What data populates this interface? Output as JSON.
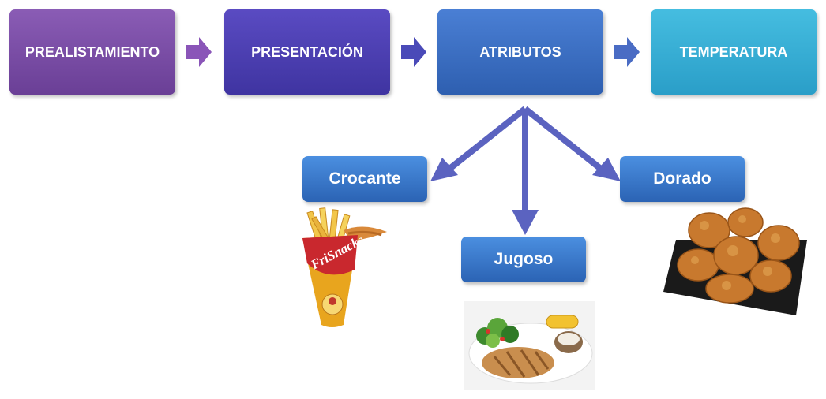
{
  "flow": {
    "steps": [
      {
        "label": "PREALISTAMIENTO",
        "color_top": "#8a5cb5",
        "color_bottom": "#6a3f96"
      },
      {
        "label": "PRESENTACIÓN",
        "color_top": "#5a4bc2",
        "color_bottom": "#3f34a1"
      },
      {
        "label": "ATRIBUTOS",
        "color_top": "#4a7fd4",
        "color_bottom": "#2e5fb0"
      },
      {
        "label": "TEMPERATURA",
        "color_top": "#45bde0",
        "color_bottom": "#2a9ec8"
      }
    ],
    "arrow_colors": [
      "#8a55b8",
      "#4a4ab8",
      "#4a6cc4"
    ]
  },
  "attributes": {
    "crocante": "Crocante",
    "jugoso": "Jugoso",
    "dorado": "Dorado",
    "branch_arrow_color": "#5b63c0"
  },
  "images": {
    "crocante": "fries-cone-icon",
    "jugoso": "grilled-plate-icon",
    "dorado": "fried-chicken-icon"
  }
}
